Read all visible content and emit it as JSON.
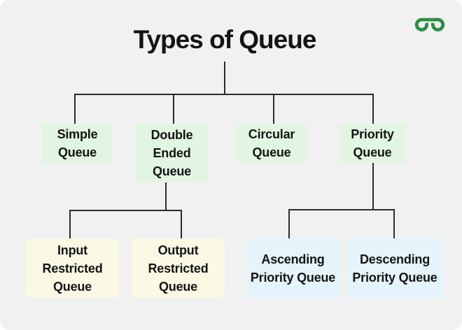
{
  "title": "Types of Queue",
  "logo": {
    "name": "geeksforgeeks-logo",
    "color": "#2f8d46"
  },
  "colors": {
    "background": "#f1f1f1",
    "page": "#ffffff",
    "level1_fill": "#e2f5e2",
    "restricted_fill": "#fbf9e4",
    "priority_fill": "#e5f3fa",
    "line": "#2b2b2b",
    "text": "#141414"
  },
  "nodes": {
    "simple": {
      "label": "Simple Queue"
    },
    "double_ended": {
      "label": "Double Ended Queue"
    },
    "circular": {
      "label": "Circular Queue"
    },
    "priority": {
      "label": "Priority Queue"
    },
    "input_restricted": {
      "label": "Input Restricted Queue"
    },
    "output_restricted": {
      "label": "Output Restricted Queue"
    },
    "ascending": {
      "label": "Ascending Priority Queue"
    },
    "descending": {
      "label": "Descending Priority Queue"
    }
  }
}
